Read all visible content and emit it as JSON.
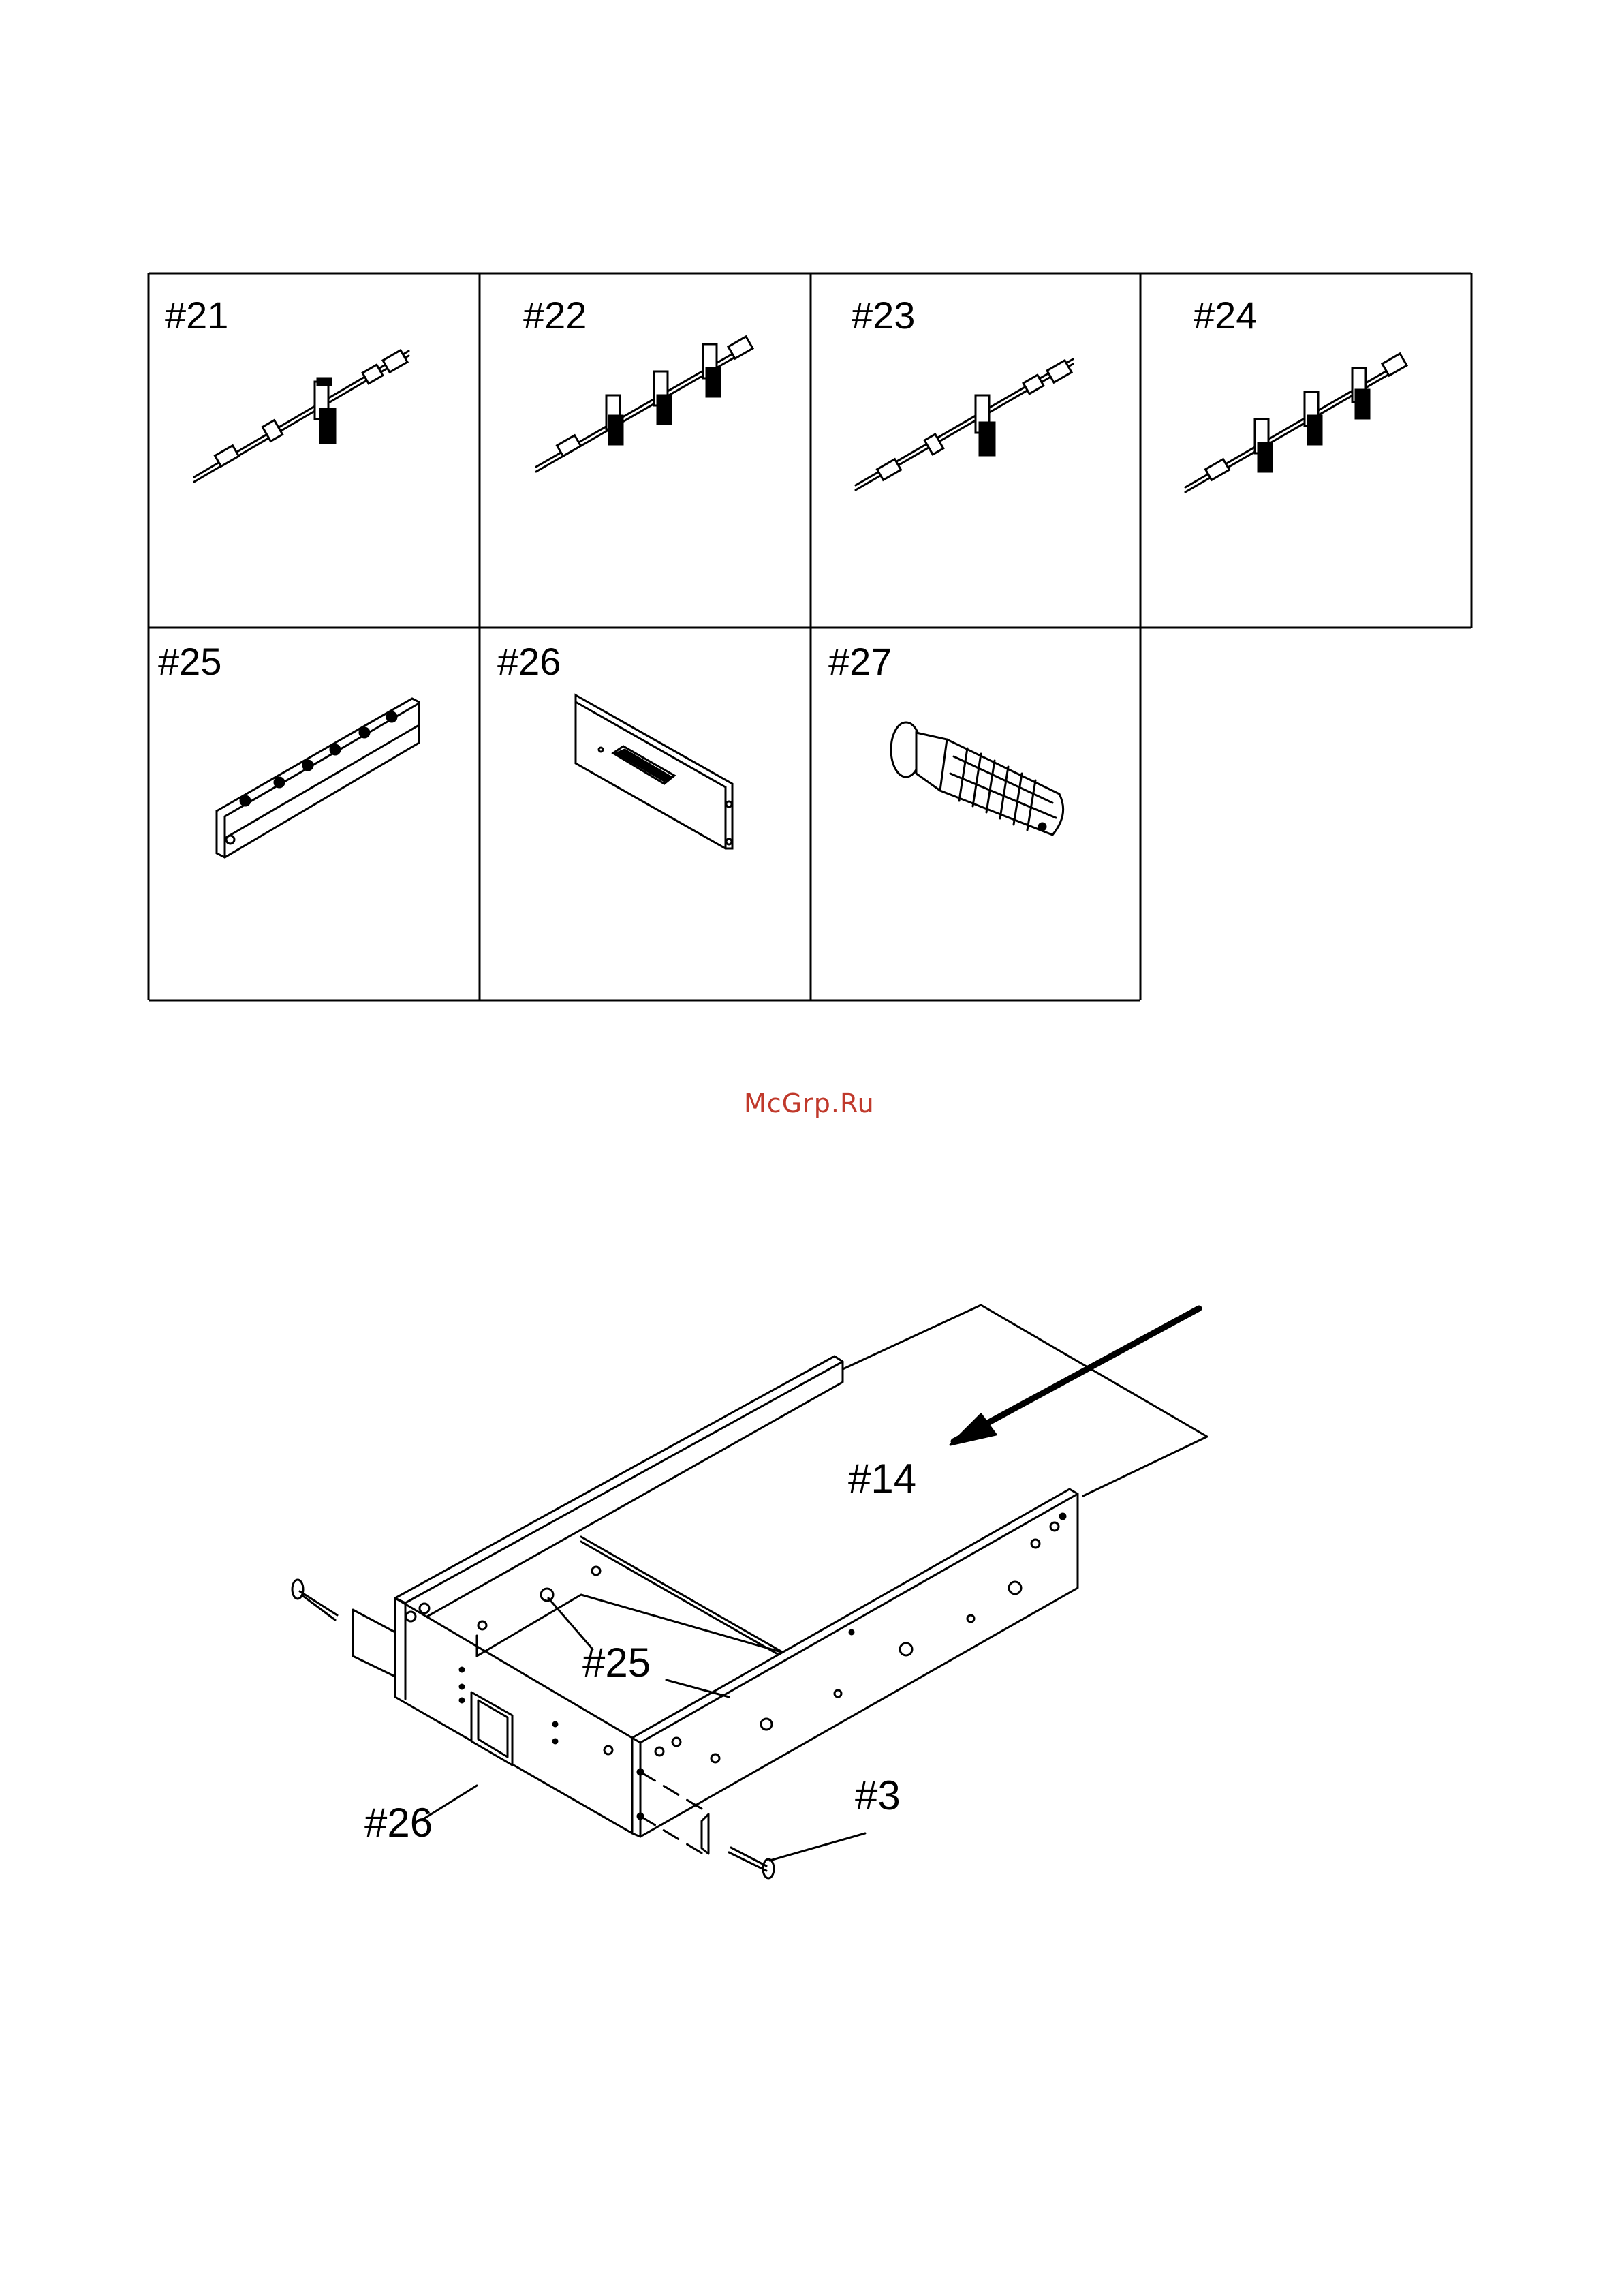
{
  "parts": {
    "row1": [
      {
        "id": "part-21",
        "label": "#21"
      },
      {
        "id": "part-22",
        "label": "#22"
      },
      {
        "id": "part-23",
        "label": "#23"
      },
      {
        "id": "part-24",
        "label": "#24"
      }
    ],
    "row2": [
      {
        "id": "part-25",
        "label": "#25"
      },
      {
        "id": "part-26",
        "label": "#26"
      },
      {
        "id": "part-27",
        "label": "#27"
      }
    ]
  },
  "watermark": {
    "text": "McGrp.Ru",
    "color": "#c0392b"
  },
  "assembly": {
    "callouts": {
      "part14": "#14",
      "part25": "#25",
      "part26": "#26",
      "part3": "#3"
    }
  },
  "icons": [
    "manifold-pipe-icon",
    "rail-board-icon",
    "panel-board-icon",
    "knob-handle-icon",
    "screw-icon",
    "arrow-icon"
  ]
}
